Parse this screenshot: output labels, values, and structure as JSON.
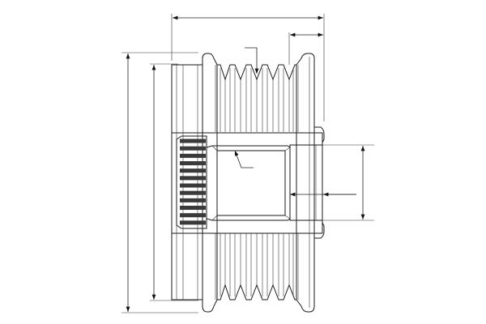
{
  "drawing": {
    "subject": "pulley-technical-drawing",
    "colors": {
      "line": "#1a1a1a",
      "background": "#ffffff"
    },
    "groove_count": 6,
    "spline_count": 12
  }
}
